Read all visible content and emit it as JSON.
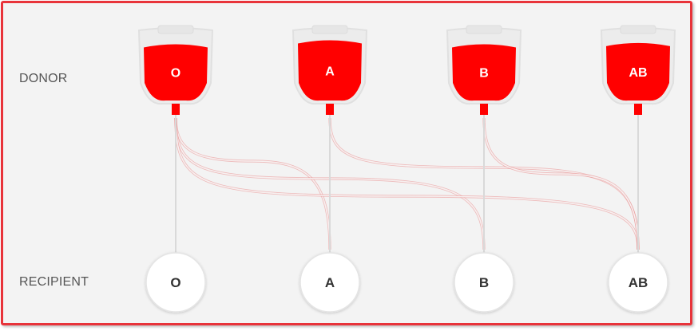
{
  "labels": {
    "donor": "DONOR",
    "recipient": "RECIPIENT"
  },
  "colors": {
    "blood": "#ff0000",
    "frame": "#e8333a",
    "background": "#f3f3f3",
    "connector": "#d9d9d9",
    "compat_line": "#e88a8a"
  },
  "donors": [
    {
      "type": "O",
      "fill_level": 0.86
    },
    {
      "type": "A",
      "fill_level": 0.92
    },
    {
      "type": "B",
      "fill_level": 0.86
    },
    {
      "type": "AB",
      "fill_level": 0.88
    }
  ],
  "recipients": [
    {
      "type": "O"
    },
    {
      "type": "A"
    },
    {
      "type": "B"
    },
    {
      "type": "AB"
    }
  ],
  "compatibility": [
    {
      "donor": "O",
      "recipient": "A"
    },
    {
      "donor": "O",
      "recipient": "B"
    },
    {
      "donor": "O",
      "recipient": "AB"
    },
    {
      "donor": "A",
      "recipient": "AB"
    },
    {
      "donor": "B",
      "recipient": "AB"
    }
  ]
}
